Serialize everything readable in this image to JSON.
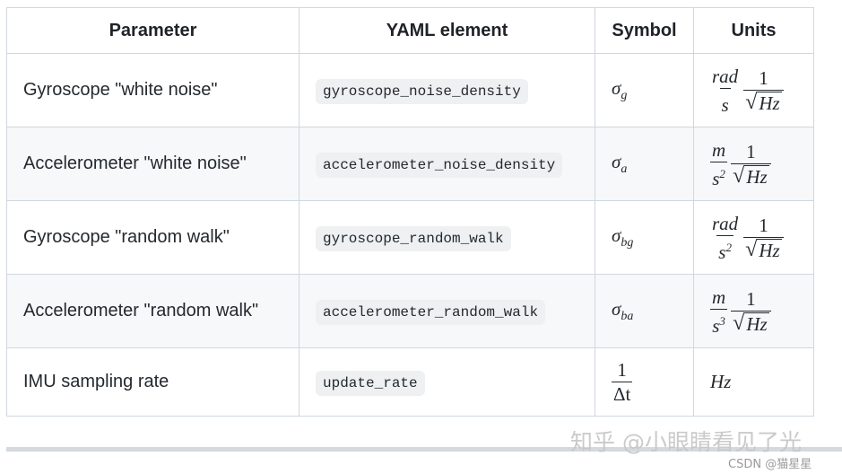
{
  "table": {
    "headers": [
      "Parameter",
      "YAML element",
      "Symbol",
      "Units"
    ],
    "rows": [
      {
        "parameter": "Gyroscope \"white noise\"",
        "yaml": "gyroscope_noise_density",
        "symbol": "σ",
        "symbol_sub": "g",
        "unit_num": "rad",
        "unit_den": "s",
        "unit_den_exp": "",
        "unit_root": "Hz"
      },
      {
        "parameter": "Accelerometer \"white noise\"",
        "yaml": "accelerometer_noise_density",
        "symbol": "σ",
        "symbol_sub": "a",
        "unit_num": "m",
        "unit_den": "s",
        "unit_den_exp": "2",
        "unit_root": "Hz"
      },
      {
        "parameter": "Gyroscope \"random walk\"",
        "yaml": "gyroscope_random_walk",
        "symbol": "σ",
        "symbol_sub": "bg",
        "unit_num": "rad",
        "unit_den": "s",
        "unit_den_exp": "2",
        "unit_root": "Hz"
      },
      {
        "parameter": "Accelerometer \"random walk\"",
        "yaml": "accelerometer_random_walk",
        "symbol": "σ",
        "symbol_sub": "ba",
        "unit_num": "m",
        "unit_den": "s",
        "unit_den_exp": "3",
        "unit_root": "Hz"
      },
      {
        "parameter": "IMU sampling rate",
        "yaml": "update_rate",
        "symbol_num": "1",
        "symbol_den": "Δt",
        "unit": "Hz"
      }
    ],
    "one": "1"
  },
  "watermark": "知乎 @小眼睛看见了光",
  "credit": "CSDN @猫星星"
}
